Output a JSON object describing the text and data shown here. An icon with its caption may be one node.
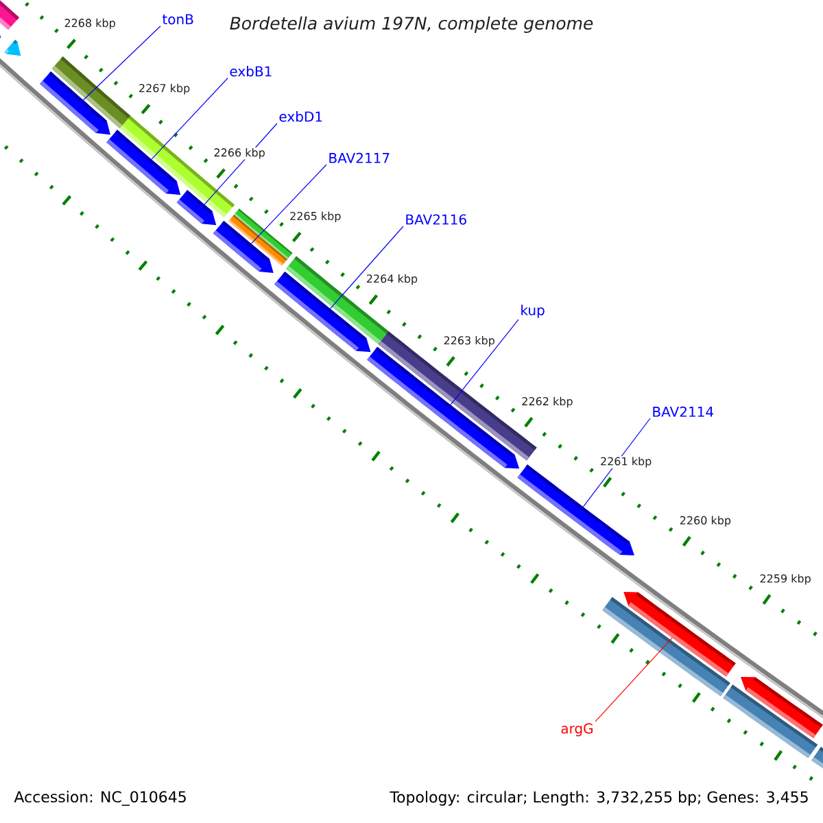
{
  "diagram": {
    "title": "Bordetella avium 197N, complete genome",
    "nodes": [
      {
        "text": [
          "tonB"
        ]
      },
      {
        "text": [
          "exbB1"
        ]
      },
      {
        "text": [
          "exbD1"
        ]
      },
      {
        "text": [
          "BAV2117"
        ]
      },
      {
        "text": [
          "BAV2116"
        ]
      },
      {
        "text": [
          "kup"
        ]
      },
      {
        "text": [
          "BAV2114"
        ]
      },
      {
        "text": [
          "argG"
        ]
      },
      {
        "text": [],
        "shape": "arrow"
      },
      {
        "text": [],
        "shape": "arrow"
      },
      {
        "text": [],
        "shape": "arrow"
      },
      {
        "text": [],
        "shape": "arrow"
      },
      {
        "text": [],
        "shape": "arrow"
      },
      {
        "text": [],
        "shape": "arrow"
      },
      {
        "text": [],
        "shape": "arrow"
      },
      {
        "text": [],
        "shape": "arrow"
      },
      {
        "text": [],
        "shape": "arrow"
      },
      {
        "text": [],
        "shape": "arrow"
      }
    ],
    "edges": [
      {
        "from": 0,
        "to": 10,
        "arrow": "none"
      },
      {
        "from": 1,
        "to": 11,
        "arrow": "none"
      },
      {
        "from": 2,
        "to": 12,
        "arrow": "none"
      },
      {
        "from": 3,
        "to": 13,
        "arrow": "none"
      },
      {
        "from": 4,
        "to": 14,
        "arrow": "none"
      },
      {
        "from": 5,
        "to": 15,
        "arrow": "none"
      },
      {
        "from": 6,
        "to": 16,
        "arrow": "none"
      },
      {
        "from": 7,
        "to": 17,
        "arrow": "none",
        "color": "#ff0000"
      }
    ],
    "labels": [
      "2268 kbp",
      "2267 kbp",
      "2266 kbp",
      "2265 kbp",
      "2264 kbp",
      "2263 kbp",
      "2262 kbp",
      "2261 kbp",
      "2260 kbp",
      "2259 kbp",
      "Accession: NC_010645",
      "Topology: circular; Length: 3,732,255 bp; Genes: 3,455"
    ]
  }
}
